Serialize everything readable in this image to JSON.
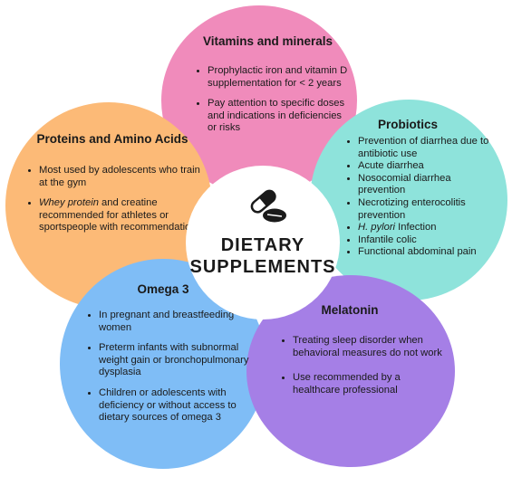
{
  "center": {
    "line1": "DIETARY",
    "line2": "SUPPLEMENTS",
    "icon": "capsule-pill-icon"
  },
  "colors": {
    "vitamins": "#f08bbb",
    "probiotics": "#8ee3db",
    "melatonin": "#a57fe6",
    "omega": "#7fbdf6",
    "proteins": "#fcba77"
  },
  "vitamins": {
    "title": "Vitamins and minerals",
    "items": [
      "Prophylactic iron and vitamin D supplementation for < 2 years",
      "Pay attention to specific doses and indications in deficiencies or risks"
    ]
  },
  "probiotics": {
    "title": "Probiotics",
    "items": [
      "Prevention of diarrhea due to antibiotic use",
      "Acute diarrhea",
      "Nosocomial diarrhea prevention",
      "Necrotizing enterocolitis prevention",
      "Infection",
      "Infantile colic",
      "Functional abdominal pain"
    ],
    "italic_prefix": "H. pylori"
  },
  "melatonin": {
    "title": "Melatonin",
    "items": [
      "Treating sleep disorder when behavioral measures do not work",
      "Use recommended by a healthcare professional"
    ]
  },
  "omega": {
    "title": "Omega 3",
    "items": [
      "In pregnant and breastfeeding women",
      "Preterm infants with subnormal weight gain or bronchopulmonary dysplasia",
      "Children or adolescents with deficiency or without access to dietary sources of omega 3"
    ]
  },
  "proteins": {
    "title": "Proteins and Amino Acids",
    "items": [
      "Most used by adolescents who train at the gym",
      "and creatine recommended for athletes or sportspeople with recommendations"
    ],
    "italic_prefix": "Whey protein"
  }
}
